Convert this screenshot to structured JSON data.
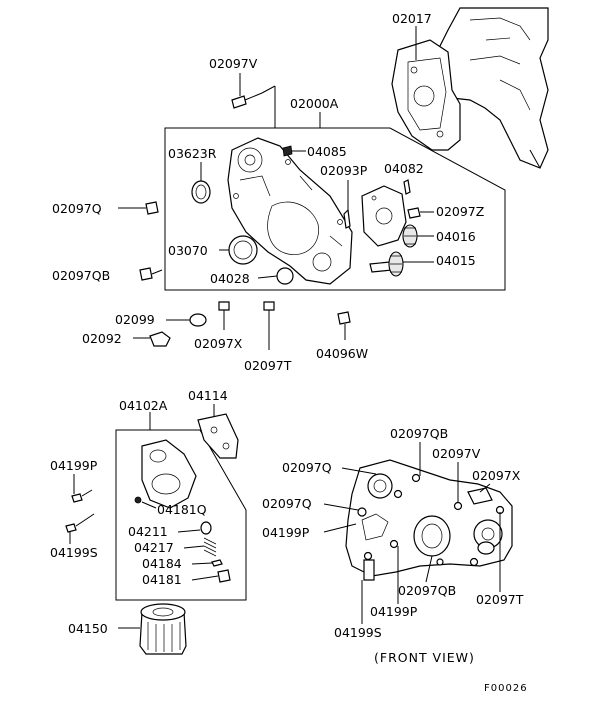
{
  "figure_code": "F00026",
  "view_caption": "(FRONT VIEW)",
  "labels": {
    "p02017": "02017",
    "p02097V": "02097V",
    "p02000A": "02000A",
    "p03623R": "03623R",
    "p04085": "04085",
    "p02093P": "02093P",
    "p04082": "04082",
    "p02097Q": "02097Q",
    "p02097Z": "02097Z",
    "p04016": "04016",
    "p03070": "03070",
    "p04015": "04015",
    "p02097QB": "02097QB",
    "p04028": "04028",
    "p02099": "02099",
    "p02092": "02092",
    "p02097X": "02097X",
    "p02097T": "02097T",
    "p04096W": "04096W",
    "p04102A": "04102A",
    "p04114": "04114",
    "p04199P": "04199P",
    "p04181Q": "04181Q",
    "p04199S": "04199S",
    "p04211": "04211",
    "p04217": "04217",
    "p04184": "04184",
    "p04181": "04181",
    "p04150": "04150",
    "fv02097QB_top": "02097QB",
    "fv02097V": "02097V",
    "fv02097Q_top": "02097Q",
    "fv02097X": "02097X",
    "fv02097Q_mid": "02097Q",
    "fv04199P_left": "04199P",
    "fv02097QB_bottom": "02097QB",
    "fv02097T": "02097T",
    "fv04199P_bottom": "04199P",
    "fv04199S": "04199S"
  }
}
